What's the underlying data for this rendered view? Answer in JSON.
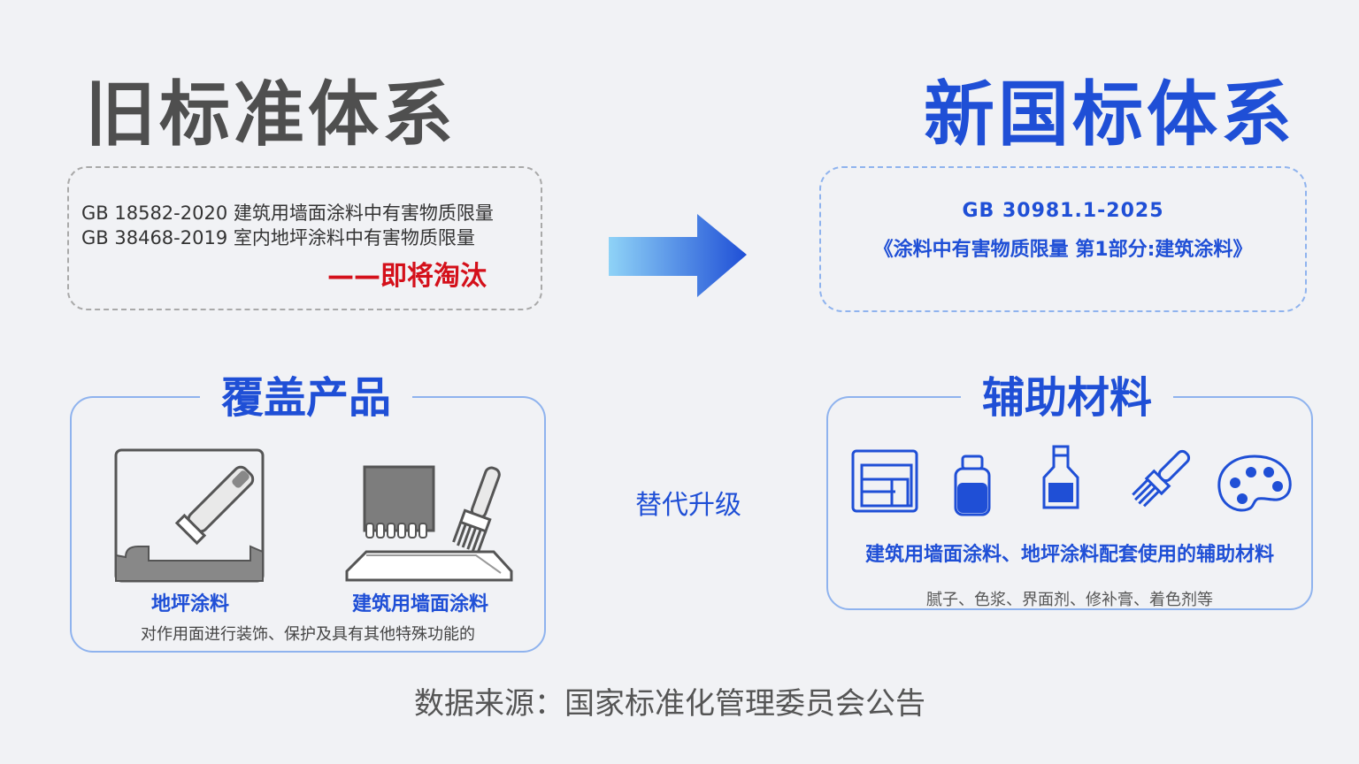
{
  "old_system": {
    "title": "旧标准体系",
    "standards": [
      "GB 18582-2020 建筑用墙面涂料中有害物质限量",
      "GB 38468-2019 室内地坪涂料中有害物质限量"
    ],
    "status": "——即将淘汰"
  },
  "new_system": {
    "title": "新国标体系",
    "code": "GB 30981.1-2025",
    "name": "《涂料中有害物质限量 第1部分:建筑涂料》"
  },
  "coverage": {
    "title": "覆盖产品",
    "items": [
      "地坪涂料",
      "建筑用墙面涂料"
    ],
    "description": "对作用面进行装饰、保护及具有其他特殊功能的"
  },
  "auxiliary": {
    "title": "辅助材料",
    "main": "建筑用墙面涂料、地坪涂料配套使用的辅助材料",
    "examples": "腻子、色浆、界面剂、修补膏、着色剂等"
  },
  "relation": "替代升级",
  "source": "数据来源：国家标准化管理委员会公告",
  "colors": {
    "accent": "#1f4fd6",
    "old_title": "#4f4f4f",
    "obsolete": "#d4101a",
    "panel_border": "#8fb3ee"
  }
}
